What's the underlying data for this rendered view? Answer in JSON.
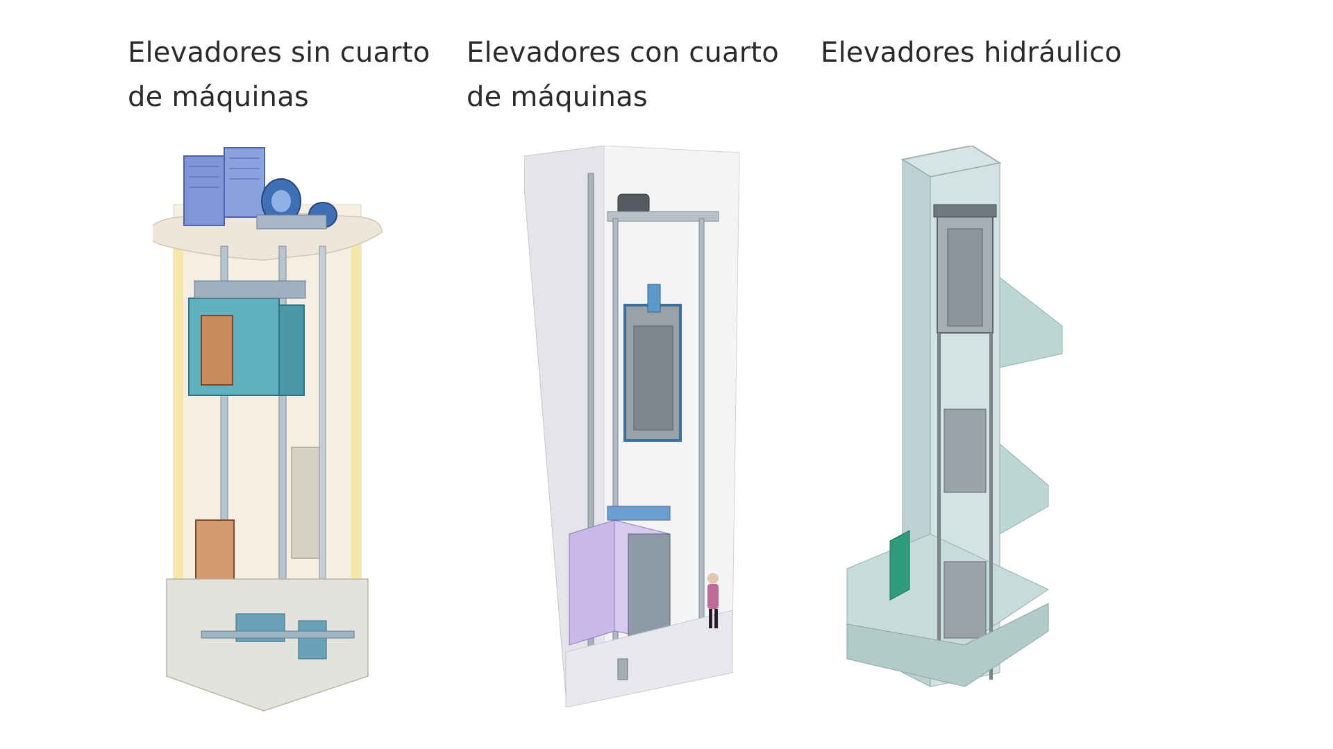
{
  "columns": [
    {
      "title_line1": "Elevadores sin cuarto",
      "title_line2": "de máquinas"
    },
    {
      "title_line1": "Elevadores con cuarto",
      "title_line2": "de máquinas"
    },
    {
      "title_line1": "Elevadores hidráulico",
      "title_line2": ""
    }
  ],
  "colors": {
    "text": "#2a2a2a",
    "shaft_beige": "#efe9d8",
    "shaft_yellow": "#f7e7a6",
    "cabinet_blue": "#7f97d8",
    "car_teal": "#5fb0c0",
    "door_copper": "#c98a5e",
    "shaft_grey": "#e6e8ea",
    "counterweight_purple": "#c9b8e8",
    "glass_teal": "#a9c9c8",
    "floor_green": "#2e9c7a"
  }
}
